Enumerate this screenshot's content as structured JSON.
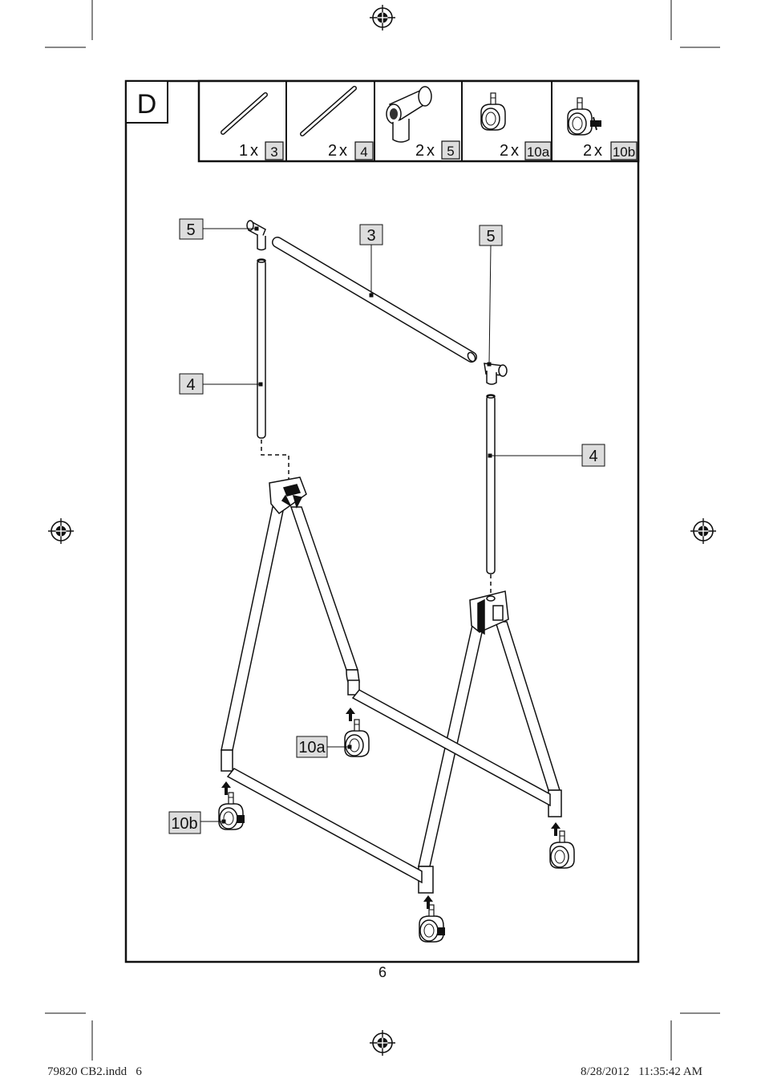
{
  "step": {
    "letter": "D"
  },
  "parts": [
    {
      "qty": "1",
      "x": "x",
      "id": "3"
    },
    {
      "qty": "2",
      "x": "x",
      "id": "4"
    },
    {
      "qty": "2",
      "x": "x",
      "id": "5"
    },
    {
      "qty": "2",
      "x": "x",
      "id": "10a"
    },
    {
      "qty": "2",
      "x": "x",
      "id": "10b"
    }
  ],
  "callouts": {
    "left_connector": "5",
    "top_bar": "3",
    "right_connector": "5",
    "left_pole": "4",
    "right_pole": "4",
    "caster_a": "10a",
    "caster_b": "10b"
  },
  "page_number": "6",
  "footer": {
    "file": "79820 CB2.indd   6",
    "timestamp": "8/28/2012   11:35:42 AM"
  },
  "icons": [
    "registration-mark-icon",
    "rod-icon",
    "connector-icon",
    "caster-icon",
    "caster-brake-icon",
    "arrow-up-icon"
  ]
}
